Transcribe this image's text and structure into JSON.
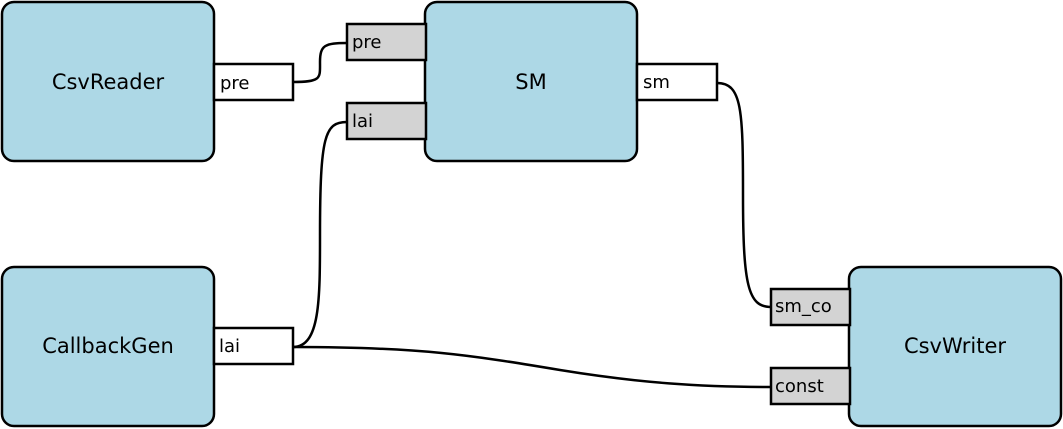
{
  "colors": {
    "node_fill": "#add8e6",
    "input_port_fill": "#d3d3d3",
    "output_port_fill": "#ffffff",
    "stroke": "#000000"
  },
  "nodes": {
    "csvreader": {
      "label": "CsvReader",
      "outputs": [
        "pre"
      ]
    },
    "sm": {
      "label": "SM",
      "inputs": [
        "pre",
        "lai"
      ],
      "outputs": [
        "sm"
      ]
    },
    "callbackgen": {
      "label": "CallbackGen",
      "outputs": [
        "lai"
      ]
    },
    "csvwriter": {
      "label": "CsvWriter",
      "inputs": [
        "sm_co",
        "const"
      ]
    }
  },
  "edges": [
    {
      "from": "CsvReader.pre",
      "to": "SM.pre"
    },
    {
      "from": "CallbackGen.lai",
      "to": "SM.lai"
    },
    {
      "from": "SM.sm",
      "to": "CsvWriter.sm_co"
    },
    {
      "from": "CallbackGen.lai",
      "to": "CsvWriter.const"
    }
  ]
}
